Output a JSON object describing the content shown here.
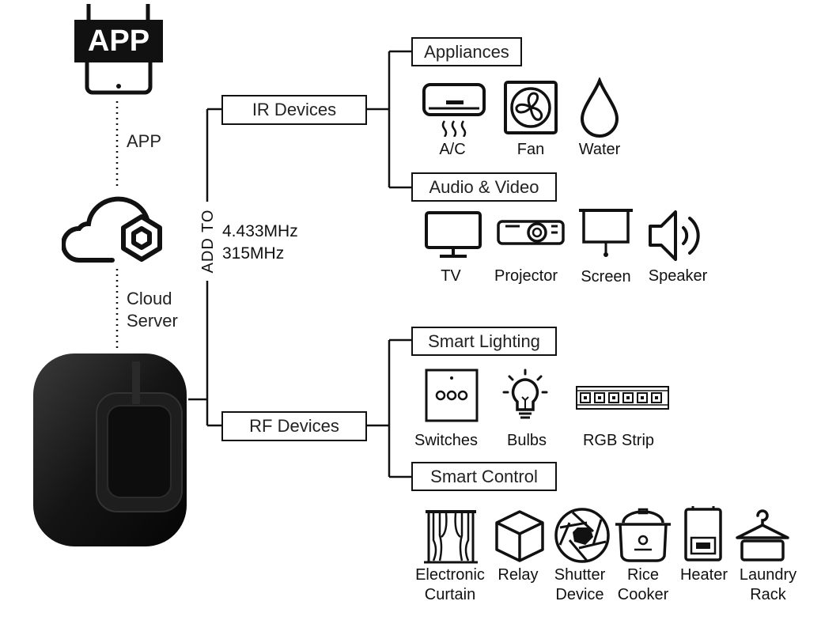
{
  "left_column": {
    "app_icon_text": "APP",
    "app_label": "APP",
    "cloud_label_line1": "Cloud",
    "cloud_label_line2": "Server"
  },
  "trunk": {
    "add_to_label": "ADD TO",
    "freq_1": "4.433MHz",
    "freq_2": "315MHz"
  },
  "branches": {
    "ir": "IR Devices",
    "rf": "RF Devices"
  },
  "groups": {
    "appliances": "Appliances",
    "audio_video": "Audio & Video",
    "smart_lighting": "Smart Lighting",
    "smart_control": "Smart Control"
  },
  "devices": {
    "appliances": [
      {
        "label": "A/C",
        "icon": "air-conditioner-icon"
      },
      {
        "label": "Fan",
        "icon": "fan-icon"
      },
      {
        "label": "Water",
        "icon": "water-drop-icon"
      }
    ],
    "audio_video": [
      {
        "label": "TV",
        "icon": "tv-icon"
      },
      {
        "label": "Projector",
        "icon": "projector-icon"
      },
      {
        "label": "Screen",
        "icon": "projection-screen-icon"
      },
      {
        "label": "Speaker",
        "icon": "speaker-icon"
      }
    ],
    "lighting": [
      {
        "label": "Switches",
        "icon": "wall-switch-icon"
      },
      {
        "label": "Bulbs",
        "icon": "light-bulb-icon"
      },
      {
        "label": "RGB Strip",
        "icon": "led-strip-icon"
      }
    ],
    "control": [
      {
        "line1": "Electronic",
        "line2": "Curtain",
        "icon": "curtain-icon"
      },
      {
        "line1": "Relay",
        "line2": "",
        "icon": "relay-box-icon"
      },
      {
        "line1": "Shutter",
        "line2": "Device",
        "icon": "shutter-icon"
      },
      {
        "line1": "Rice",
        "line2": "Cooker",
        "icon": "rice-cooker-icon"
      },
      {
        "line1": "Heater",
        "line2": "",
        "icon": "water-heater-icon"
      },
      {
        "line1": "Laundry",
        "line2": "Rack",
        "icon": "laundry-rack-icon"
      }
    ]
  },
  "colors": {
    "line": "#111111",
    "device_body": "#1a1a1a",
    "background": "#ffffff"
  }
}
